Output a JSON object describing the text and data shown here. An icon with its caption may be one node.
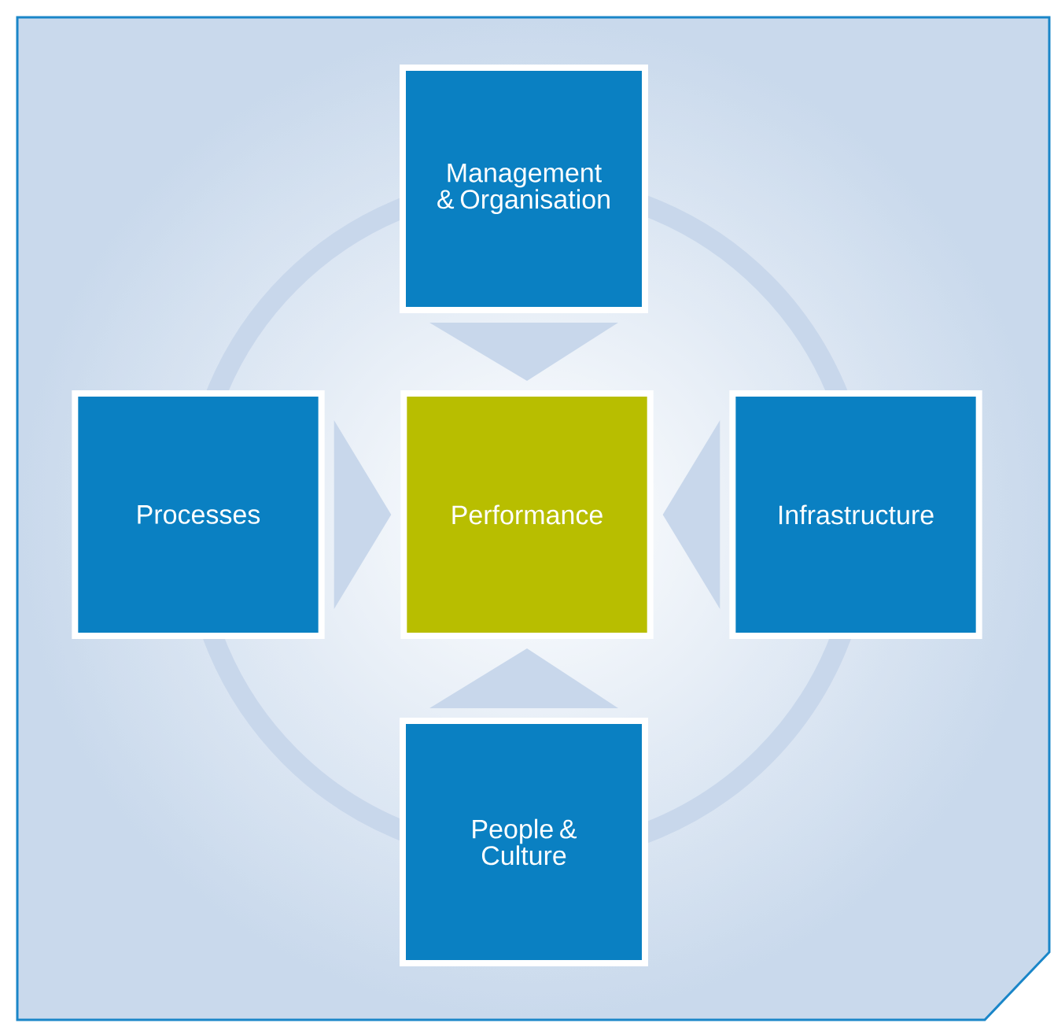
{
  "diagram": {
    "nodes": [
      {
        "text": [
          "Management & Organisation"
        ]
      },
      {
        "text": [
          "Processes"
        ]
      },
      {
        "text": [
          "Performance"
        ]
      },
      {
        "text": [
          "Infrastructure"
        ]
      },
      {
        "text": [
          "People & Culture"
        ]
      }
    ],
    "edges": [
      {
        "from": 0,
        "to": 2,
        "arrow": "to"
      },
      {
        "from": 1,
        "to": 2,
        "arrow": "to"
      },
      {
        "from": 3,
        "to": 2,
        "arrow": "to"
      },
      {
        "from": 4,
        "to": 2,
        "arrow": "to"
      }
    ]
  }
}
